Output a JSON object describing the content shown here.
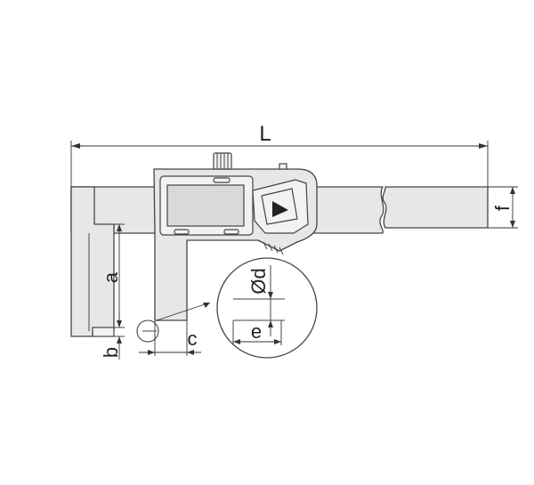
{
  "figure": {
    "labels": {
      "length": "L",
      "height_f": "f",
      "jaw_a": "a",
      "jaw_b": "b",
      "jaw_c": "c",
      "pin_d": "Ød",
      "pin_e": "e"
    },
    "colors": {
      "body_fill": "#e7e7e7",
      "outline": "#444444",
      "display": "#d9d9d9"
    },
    "icons": [
      "play-triangle-icon",
      "thumbwheel-icon"
    ]
  }
}
